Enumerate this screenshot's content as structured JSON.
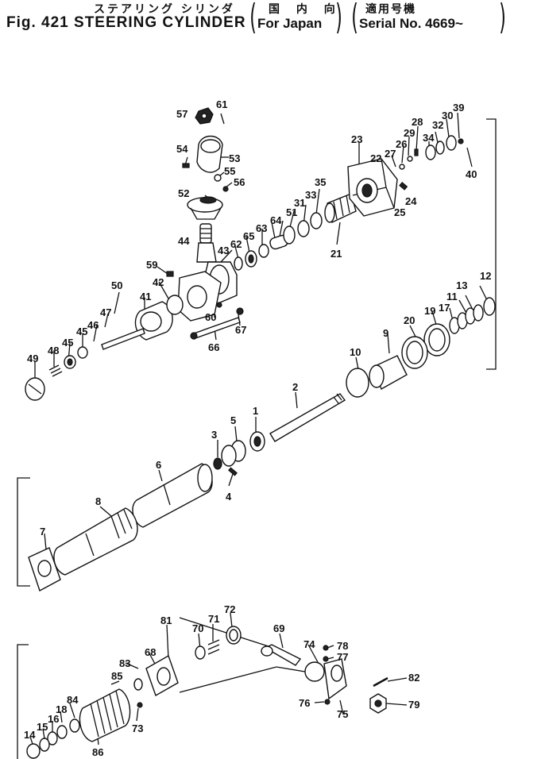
{
  "header": {
    "title_jp": "ステアリング シリンダ",
    "title": "Fig. 421 STEERING CYLINDER",
    "variant_jp": "国 内 向",
    "variant": "For Japan",
    "serial_jp": "適用号機",
    "serial": "Serial No. 4669~"
  },
  "callouts": [
    "1",
    "2",
    "3",
    "4",
    "5",
    "6",
    "7",
    "8",
    "9",
    "10",
    "11",
    "12",
    "13",
    "14",
    "15",
    "16",
    "17",
    "18",
    "19",
    "20",
    "21",
    "22",
    "23",
    "24",
    "25",
    "26",
    "27",
    "28",
    "29",
    "30",
    "31",
    "32",
    "33",
    "34",
    "35",
    "39",
    "40",
    "41",
    "42",
    "43",
    "44",
    "45",
    "46",
    "47",
    "48",
    "49",
    "50",
    "51",
    "52",
    "53",
    "54",
    "55",
    "56",
    "57",
    "59",
    "60",
    "61",
    "62",
    "63",
    "64",
    "65",
    "66",
    "67",
    "68",
    "69",
    "70",
    "71",
    "72",
    "73",
    "74",
    "75",
    "76",
    "77",
    "78",
    "79",
    "81",
    "82",
    "83",
    "84",
    "85",
    "86"
  ]
}
